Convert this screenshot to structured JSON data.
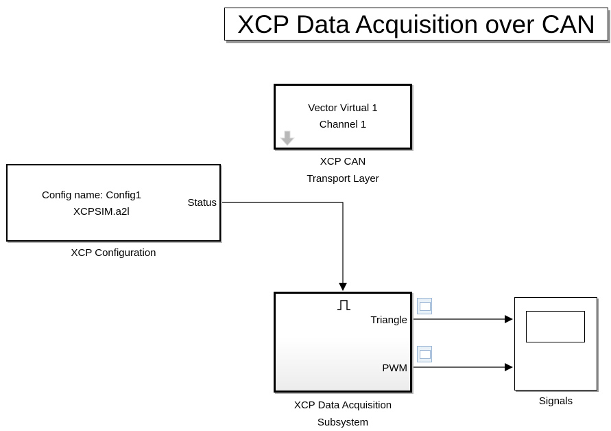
{
  "title": "XCP Data Acquisition over CAN",
  "transport_block": {
    "line1": "Vector Virtual 1",
    "line2": "Channel 1",
    "caption_line1": "XCP CAN",
    "caption_line2": "Transport Layer"
  },
  "config_block": {
    "line1": "Config name: Config1",
    "line2": "XCPSIM.a2l",
    "output_port": "Status",
    "caption": "XCP Configuration"
  },
  "daq_block": {
    "port_triangle": "Triangle",
    "port_pwm": "PWM",
    "caption_line1": "XCP Data Acquisition",
    "caption_line2": "Subsystem"
  },
  "scope_block": {
    "caption": "Signals"
  },
  "colors": {
    "block_border": "#000000",
    "shadow": "#9a9a9a",
    "port_icon": "#9ab6d4",
    "download_icon": "#b8b8b8"
  }
}
